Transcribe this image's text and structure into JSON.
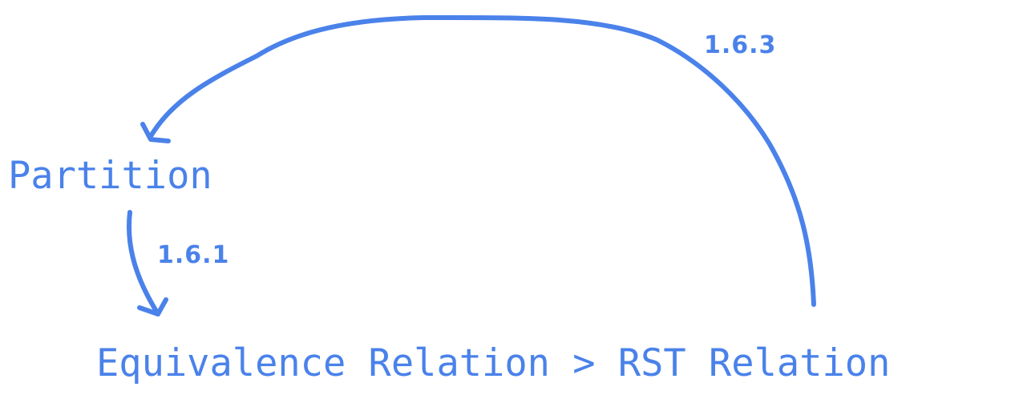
{
  "nodes": {
    "partition": "Partition",
    "equivalence": "Equivalence Relation > RST Relation"
  },
  "edges": {
    "partition_to_equivalence": "1.6.1",
    "rst_to_partition": "1.6.3"
  },
  "colors": {
    "accent": "#4a82ea"
  }
}
